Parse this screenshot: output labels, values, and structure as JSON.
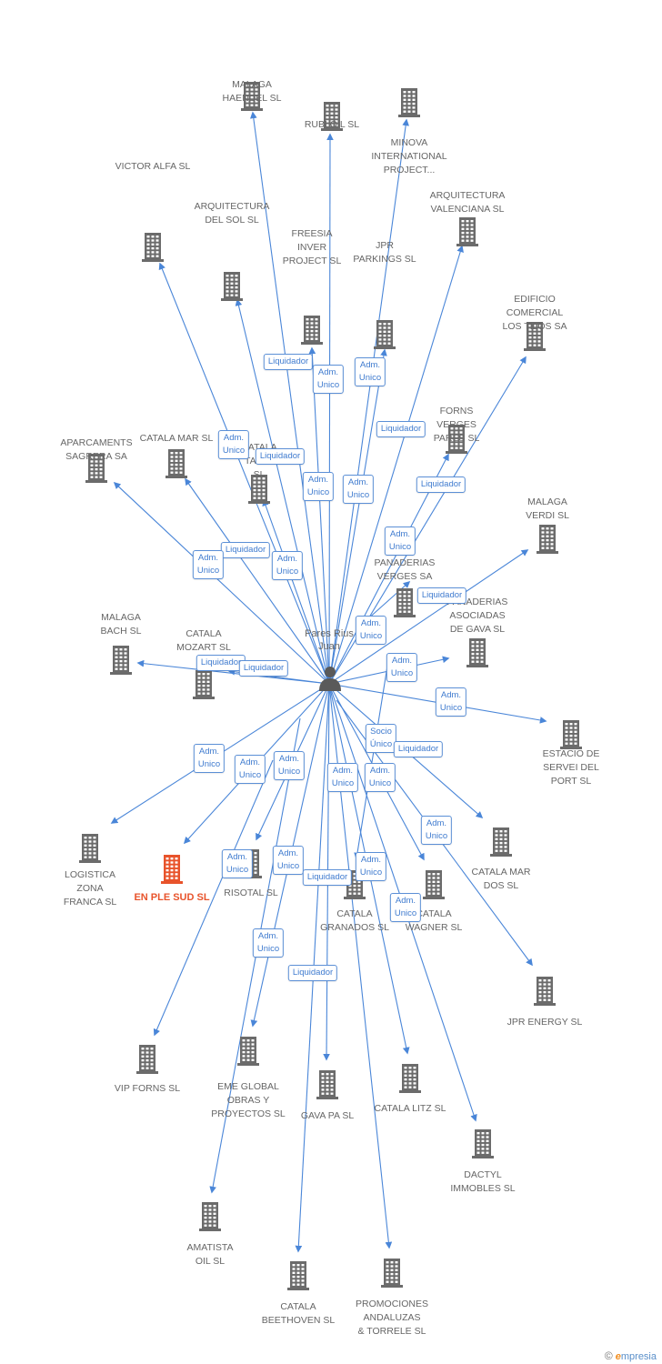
{
  "center": {
    "name": "Pares Rius\nJuan",
    "icon": "person-icon"
  },
  "colors": {
    "building": "#6b6b6b",
    "highlight": "#e8532b",
    "edge": "#4a86d8",
    "badge_border": "#5b8fd6",
    "badge_text": "#3f7bcf",
    "label": "#666666"
  },
  "companies": [
    {
      "id": "malaga-haendel",
      "name": "MALAGA\nHAENDEL SL"
    },
    {
      "id": "rubi-oil",
      "name": "RUBI OIL SL"
    },
    {
      "id": "minova",
      "name": "MINOVA\nINTERNATIONAL\nPROJECT..."
    },
    {
      "id": "arquitectura-valenciana",
      "name": "ARQUITECTURA\nVALENCIANA SL"
    },
    {
      "id": "victor-alfa",
      "name": "VICTOR ALFA SL"
    },
    {
      "id": "arquitectura-del-sol",
      "name": "ARQUITECTURA\nDEL SOL SL"
    },
    {
      "id": "freesia",
      "name": "FREESIA\nINVER\nPROJECT SL"
    },
    {
      "id": "jpr-parkings",
      "name": "JPR\nPARKINGS SL"
    },
    {
      "id": "edificio-comercial",
      "name": "EDIFICIO\nCOMERCIAL\nLOS TILOS SA"
    },
    {
      "id": "forns-verges",
      "name": "FORNS\nVERGES\nPARES SL"
    },
    {
      "id": "aparcaments",
      "name": "APARCAMENTS\nSAGRERA SA"
    },
    {
      "id": "catala-mar",
      "name": "CATALA MAR SL"
    },
    {
      "id": "catala-talet",
      "name": "CATALA\nTALET\nSL"
    },
    {
      "id": "malaga-verdi",
      "name": "MALAGA\nVERDI SL"
    },
    {
      "id": "panaderias-verges",
      "name": "PANADERIAS\nVERGES SA"
    },
    {
      "id": "panaderias-asociadas",
      "name": "PANADERIAS\nASOCIADAS\nDE GAVA  SL"
    },
    {
      "id": "malaga-bach",
      "name": "MALAGA\nBACH SL"
    },
    {
      "id": "catala-mozart",
      "name": "CATALA\nMOZART SL"
    },
    {
      "id": "estacio",
      "name": "ESTACIO DE\nSERVEI DEL\nPORT  SL"
    },
    {
      "id": "logistica",
      "name": "LOGISTICA\nZONA\nFRANCA SL"
    },
    {
      "id": "en-ple-sud",
      "name": "EN PLE SUD SL",
      "highlight": true
    },
    {
      "id": "risotal",
      "name": "RISOTAL SL"
    },
    {
      "id": "catala-granados",
      "name": "CATALA\nGRANADOS SL"
    },
    {
      "id": "catala-wagner",
      "name": "CATALA\nWAGNER SL"
    },
    {
      "id": "catala-mar-dos",
      "name": "CATALA MAR\nDOS SL"
    },
    {
      "id": "jpr-energy",
      "name": "JPR ENERGY SL"
    },
    {
      "id": "vip-forns",
      "name": "VIP FORNS  SL"
    },
    {
      "id": "eme-global",
      "name": "EME GLOBAL\nOBRAS Y\nPROYECTOS SL"
    },
    {
      "id": "gava-pa",
      "name": "GAVA PA  SL"
    },
    {
      "id": "catala-litz",
      "name": "CATALA LITZ SL"
    },
    {
      "id": "dactyl",
      "name": "DACTYL\nIMMOBLES SL"
    },
    {
      "id": "amatista",
      "name": "AMATISTA\nOIL SL"
    },
    {
      "id": "catala-beethoven",
      "name": "CATALA\nBEETHOVEN SL"
    },
    {
      "id": "promociones",
      "name": "PROMOCIONES\nANDALUZAS\n& TORRELE SL"
    }
  ],
  "badges": [
    {
      "text": "Liquidador"
    },
    {
      "text": "Adm.\nUnico"
    },
    {
      "text": "Adm.\nUnico"
    },
    {
      "text": "Liquidador"
    },
    {
      "text": "Adm.\nUnico"
    },
    {
      "text": "Liquidador"
    },
    {
      "text": "Adm.\nUnico"
    },
    {
      "text": "Adm.\nUnico"
    },
    {
      "text": "Liquidador"
    },
    {
      "text": "Adm.\nUnico"
    },
    {
      "text": "Liquidador"
    },
    {
      "text": "Adm.\nUnico"
    },
    {
      "text": "Adm.\nUnico"
    },
    {
      "text": "Liquidador"
    },
    {
      "text": "Adm.\nUnico"
    },
    {
      "text": "Liquidador"
    },
    {
      "text": "Liquidador"
    },
    {
      "text": "Adm.\nUnico"
    },
    {
      "text": "Adm.\nUnico"
    },
    {
      "text": "Socio\nÚnico"
    },
    {
      "text": "Liquidador"
    },
    {
      "text": "Adm.\nUnico"
    },
    {
      "text": "Adm.\nUnico"
    },
    {
      "text": "Adm.\nUnico"
    },
    {
      "text": "Adm.\nUnico"
    },
    {
      "text": "Adm.\nUnico"
    },
    {
      "text": "Adm.\nUnico"
    },
    {
      "text": "Adm.\nUnico"
    },
    {
      "text": "Adm.\nUnico"
    },
    {
      "text": "Liquidador"
    },
    {
      "text": "Adm.\nUnico"
    },
    {
      "text": "Adm.\nUnico"
    },
    {
      "text": "Adm.\nUnico"
    },
    {
      "text": "Liquidador"
    }
  ],
  "footer": {
    "copyright": "©",
    "brand_e": "e",
    "brand_rest": "mpresia"
  }
}
